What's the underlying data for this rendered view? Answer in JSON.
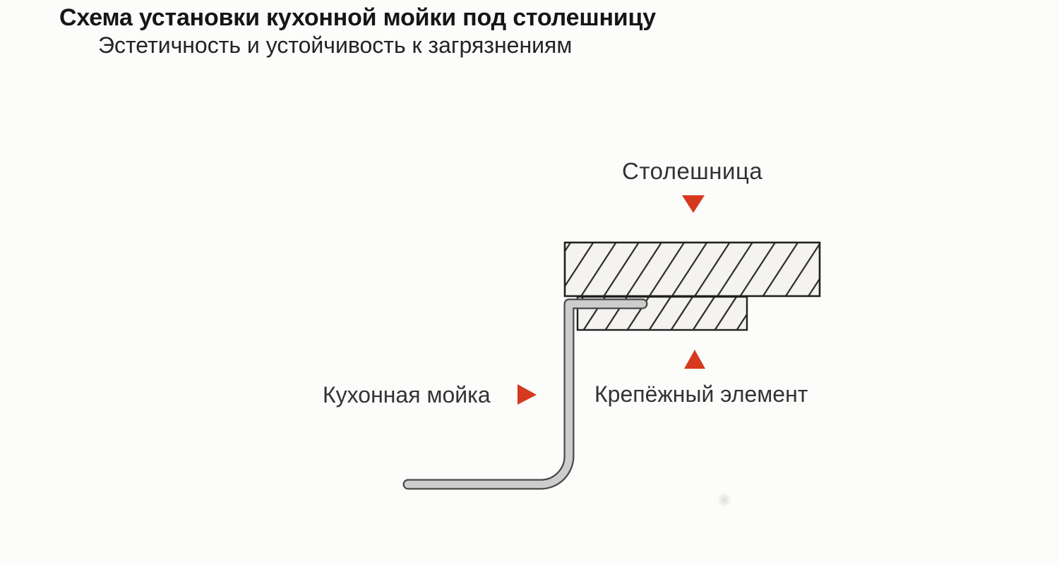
{
  "page": {
    "title": "Схема установки кухонной мойки под столешницу",
    "subtitle": "Эстетичность и устойчивость к загрязнениям"
  },
  "colors": {
    "page_bg": "#fcfcfb",
    "text_dark": "#242424",
    "line_dark": "#202020",
    "hatch_bg": "#f4f3f0",
    "hatch_line": "#2b2b2b",
    "steel_light": "#cdcdcd",
    "steel_outline": "#484848",
    "accent_red": "#d53a1e"
  },
  "diagram": {
    "labels": {
      "countertop": "Столешница",
      "sink": "Кухонная мойка",
      "fastener": "Крепёжный элемент"
    },
    "parts": [
      {
        "name": "countertop-section",
        "style": "hatched cross-section"
      },
      {
        "name": "fastener-section",
        "style": "hatched cross-section"
      },
      {
        "name": "sink-profile",
        "style": "steel rim profile"
      }
    ],
    "arrows": [
      {
        "name": "arrow-down-icon",
        "direction": "down",
        "points_to": "countertop-section"
      },
      {
        "name": "arrow-right-icon",
        "direction": "right",
        "points_to": "sink-profile"
      },
      {
        "name": "arrow-up-icon",
        "direction": "up",
        "points_to": "fastener-section"
      }
    ]
  }
}
